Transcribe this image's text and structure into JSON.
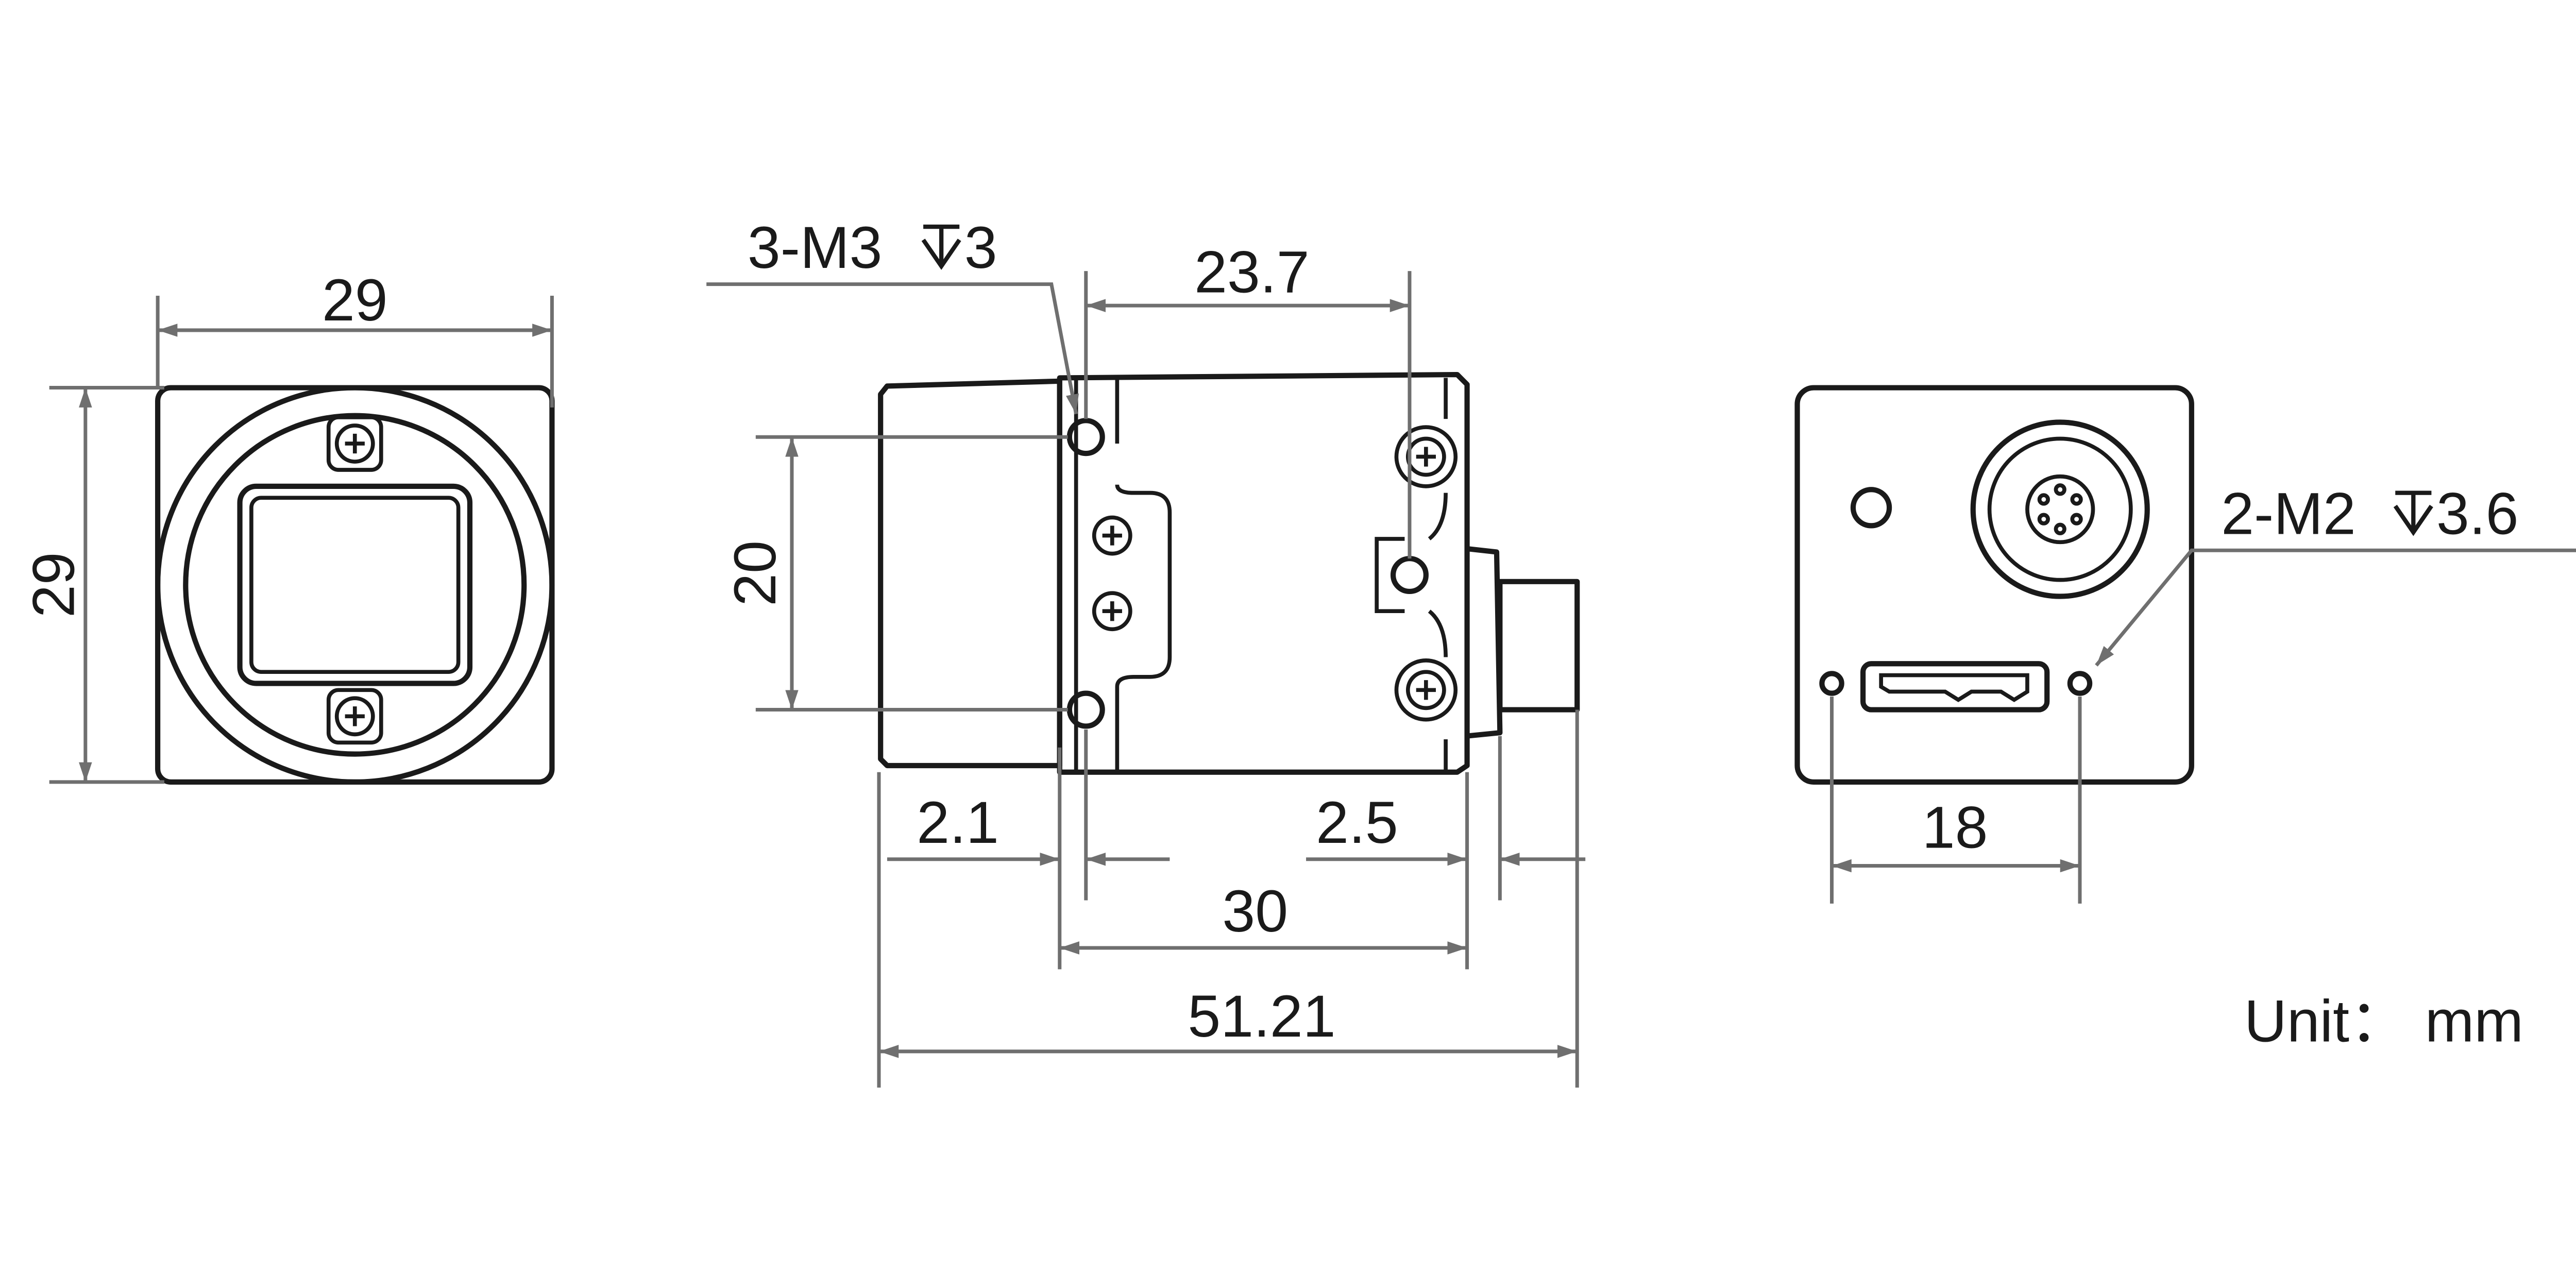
{
  "front_view": {
    "width_dim": "29",
    "height_dim": "29"
  },
  "side_view": {
    "thread_note_left": "3-M3",
    "thread_note_depth": "3",
    "dim_top": "23.7",
    "dim_vertical": "20",
    "dim_left_offset": "2.1",
    "dim_right_offset": "2.5",
    "dim_body": "30",
    "dim_overall": "51.21"
  },
  "rear_view": {
    "thread_note_left": "2-M2",
    "thread_note_depth": "3.6",
    "hole_spacing": "18"
  },
  "unit_note": "Unit： mm",
  "depth_symbol": "depth-symbol",
  "colors": {
    "line": "#1a1a1a",
    "dimension": "#6f6f6f",
    "background": "#ffffff"
  }
}
